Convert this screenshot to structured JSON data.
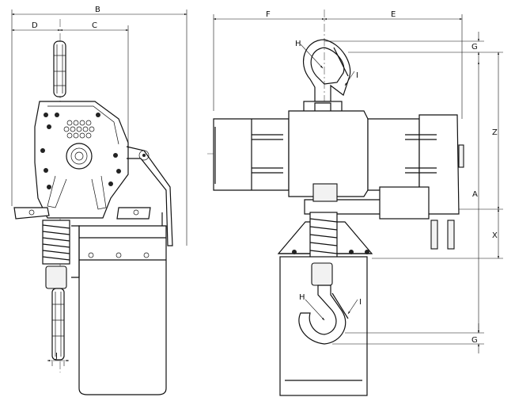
{
  "diagram": {
    "dimension_labels": {
      "A": "A",
      "B": "B",
      "C": "C",
      "D": "D",
      "E": "E",
      "F": "F",
      "G_top": "G",
      "G_bottom": "G",
      "H_top": "H",
      "H_bottom": "H",
      "I_top": "I",
      "I_bottom": "I",
      "J": "J",
      "X": "X",
      "Z": "Z"
    },
    "views": [
      "side-view",
      "front-view"
    ],
    "line_color": "#111111",
    "background": "#ffffff"
  }
}
